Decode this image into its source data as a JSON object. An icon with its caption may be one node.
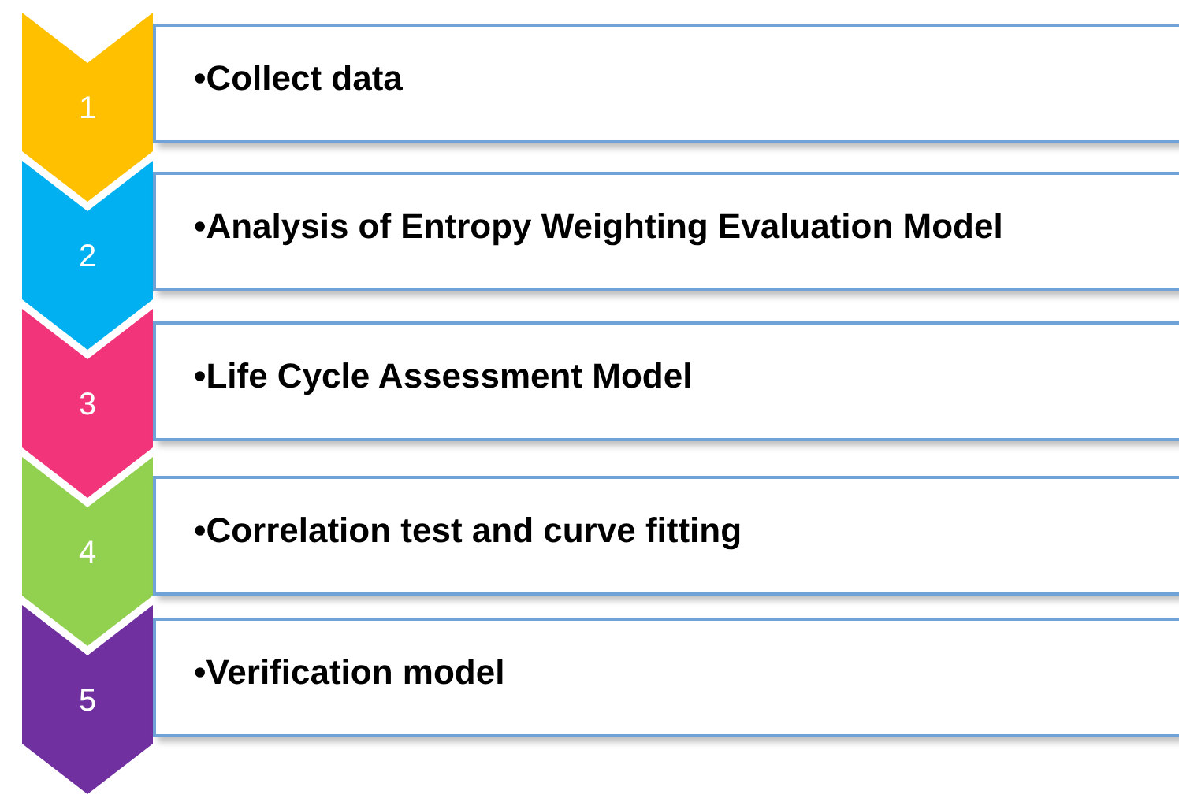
{
  "diagram": {
    "nodes": [
      {
        "text": [
          "1"
        ]
      },
      {
        "text": [
          "•Collect data"
        ]
      },
      {
        "text": [
          "2"
        ]
      },
      {
        "text": [
          "•Analysis of Entropy Weighting Evaluation Model"
        ]
      },
      {
        "text": [
          "3"
        ]
      },
      {
        "text": [
          "•Life Cycle Assessment Model"
        ]
      },
      {
        "text": [
          "4"
        ]
      },
      {
        "text": [
          "•Correlation test and curve fitting"
        ]
      },
      {
        "text": [
          "5"
        ]
      },
      {
        "text": [
          "•Verification model"
        ]
      }
    ]
  }
}
